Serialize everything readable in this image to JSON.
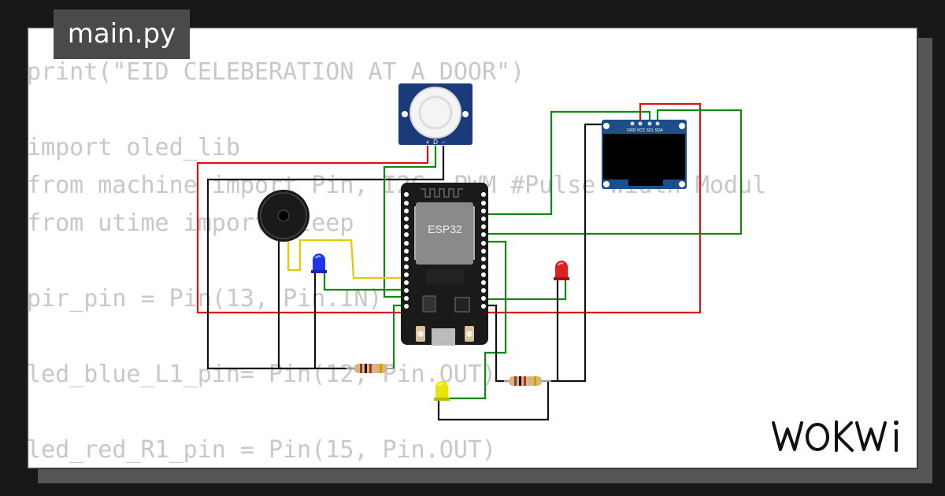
{
  "file_tab": {
    "label": "main.py"
  },
  "code": {
    "lines": [
      "print(\"EID CELEBERATION AT A DOOR\")",
      "",
      "import oled_lib",
      "from machine import Pin, I2C ,PWM #Pulse Width Modul",
      "from utime import sleep",
      "",
      "pir_pin = Pin(13, Pin.IN)",
      "",
      "led_blue_L1_pin= Pin(12, Pin.OUT)",
      "",
      "led_red_R1_pin = Pin(15, Pin.OUT)"
    ]
  },
  "components": {
    "esp32_label": "ESP32",
    "pir_pins": [
      "+",
      "D",
      "−"
    ],
    "oled_pins": "GND VCC SCL SDA"
  },
  "brand": {
    "logo": "WOKWI"
  },
  "colors": {
    "background": "#171717",
    "card": "#ffffff",
    "code_text": "#c8c8c8",
    "tab_bg": "#4a4a4a",
    "wire_red": "#dd1111",
    "wire_green": "#118811",
    "wire_black": "#111111",
    "wire_yellow": "#e8c800"
  }
}
